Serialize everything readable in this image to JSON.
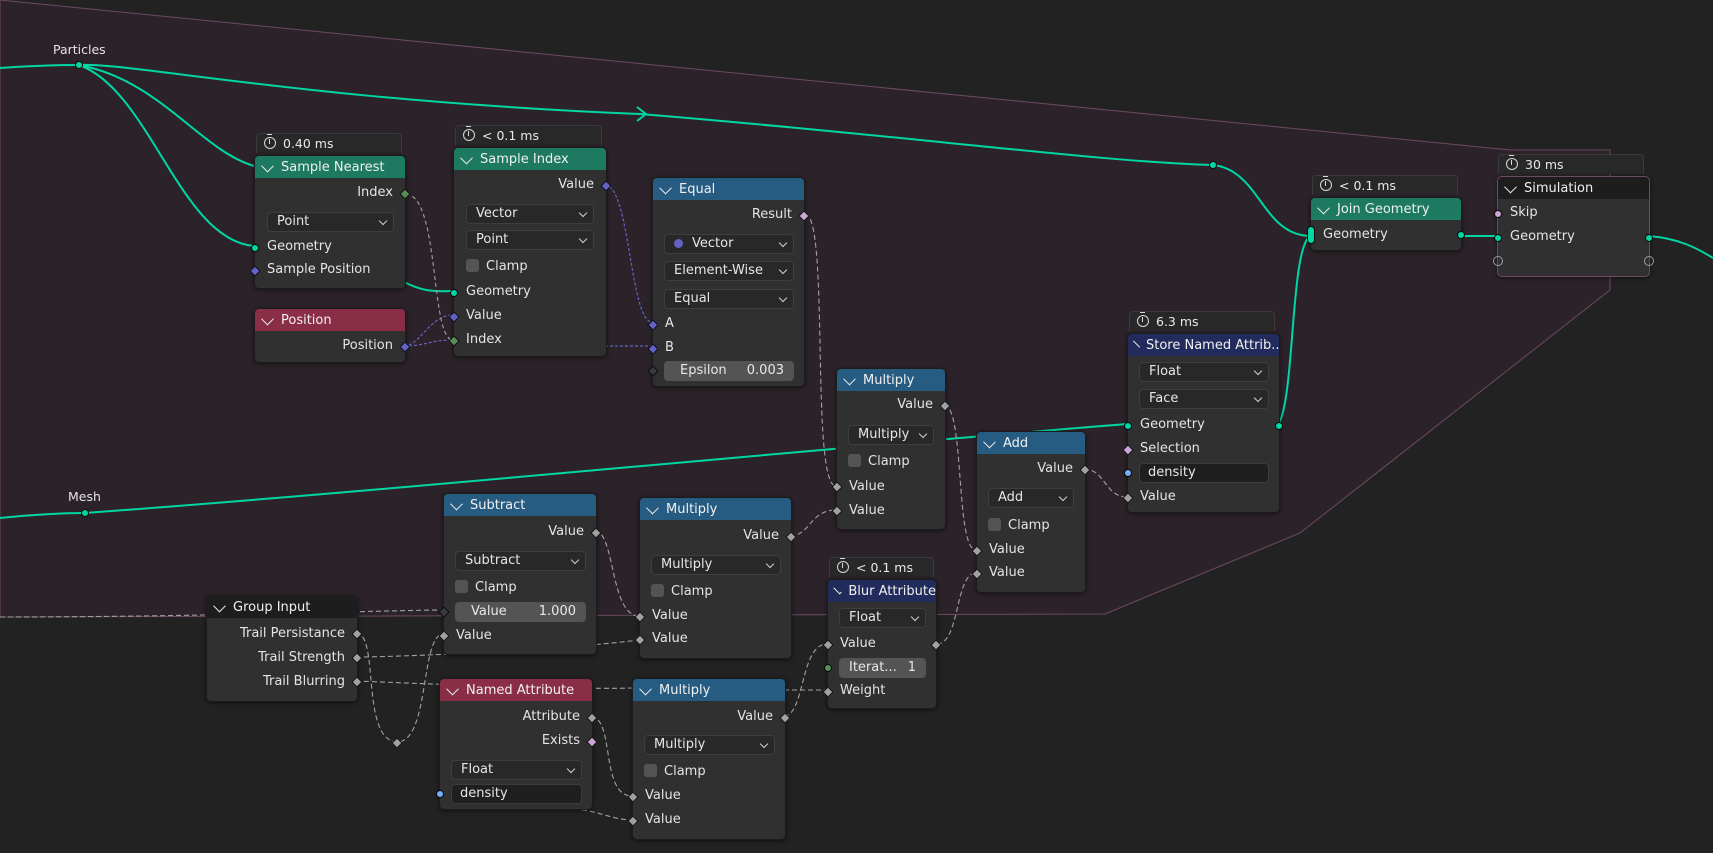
{
  "reroutes": {
    "particles": "Particles",
    "mesh": "Mesh"
  },
  "timings": {
    "sample_nearest": "0.40 ms",
    "sample_index": "< 0.1 ms",
    "join_geometry": "< 0.1 ms",
    "simulation": "30 ms",
    "store_named": "6.3 ms",
    "blur": "< 0.1 ms"
  },
  "sample_nearest": {
    "title": "Sample Nearest",
    "index": "Index",
    "domain": "Point",
    "geometry": "Geometry",
    "sample_position": "Sample Position"
  },
  "position": {
    "title": "Position",
    "output": "Position"
  },
  "sample_index": {
    "title": "Sample Index",
    "value_out": "Value",
    "type": "Vector",
    "domain": "Point",
    "clamp": "Clamp",
    "geometry": "Geometry",
    "value_in": "Value",
    "index": "Index"
  },
  "equal": {
    "title": "Equal",
    "result": "Result",
    "type": "Vector",
    "mode": "Element-Wise",
    "op": "Equal",
    "a": "A",
    "b": "B",
    "epsilon_label": "Epsilon",
    "epsilon_value": "0.003"
  },
  "multiply_top": {
    "title": "Multiply",
    "value_out": "Value",
    "op": "Multiply",
    "clamp": "Clamp",
    "v1": "Value",
    "v2": "Value"
  },
  "add": {
    "title": "Add",
    "value_out": "Value",
    "op": "Add",
    "clamp": "Clamp",
    "v1": "Value",
    "v2": "Value"
  },
  "store_named": {
    "title": "Store Named Attrib...",
    "type": "Float",
    "domain": "Face",
    "geometry": "Geometry",
    "selection": "Selection",
    "name": "density",
    "value": "Value"
  },
  "join_geometry": {
    "title": "Join Geometry",
    "geometry": "Geometry"
  },
  "simulation": {
    "title": "Simulation",
    "skip": "Skip",
    "geometry": "Geometry"
  },
  "subtract": {
    "title": "Subtract",
    "value_out": "Value",
    "op": "Subtract",
    "clamp": "Clamp",
    "field_label": "Value",
    "field_value": "1.000",
    "value_in": "Value"
  },
  "multiply_mid": {
    "title": "Multiply",
    "value_out": "Value",
    "op": "Multiply",
    "clamp": "Clamp",
    "v1": "Value",
    "v2": "Value"
  },
  "blur": {
    "title": "Blur Attribute",
    "type": "Float",
    "value": "Value",
    "iter_label": "Iterat...",
    "iter_value": "1",
    "weight": "Weight"
  },
  "group_input": {
    "title": "Group Input",
    "items": [
      "Trail Persistance",
      "Trail Strength",
      "Trail Blurring"
    ]
  },
  "named_attr": {
    "title": "Named Attribute",
    "attribute": "Attribute",
    "exists": "Exists",
    "type": "Float",
    "name": "density"
  },
  "multiply_bot": {
    "title": "Multiply",
    "value_out": "Value",
    "op": "Multiply",
    "clamp": "Clamp",
    "v1": "Value",
    "v2": "Value"
  },
  "colors": {
    "geometry_wire": "#00d6a3",
    "frame_border": "#6e4a63",
    "frame_fill": "#2b2329",
    "background": "#222222"
  }
}
